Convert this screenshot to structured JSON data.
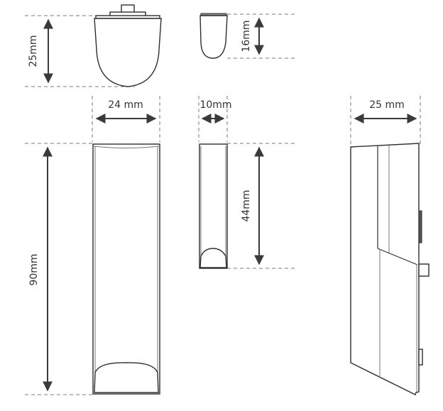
{
  "diagram": {
    "type": "dimension-drawing",
    "views": {
      "top_front": {
        "height_label": "25mm"
      },
      "top_side": {
        "height_label": "16mm"
      },
      "front": {
        "width_label": "24 mm",
        "height_label": "90mm"
      },
      "side": {
        "width_label": "10mm",
        "height_label": "44mm"
      },
      "side_profile": {
        "width_label": "25 mm"
      }
    },
    "colors": {
      "line": "#2e2e2e",
      "dimension": "#3a3a3a",
      "guide": "#7a7a7a",
      "background": "#ffffff"
    }
  }
}
